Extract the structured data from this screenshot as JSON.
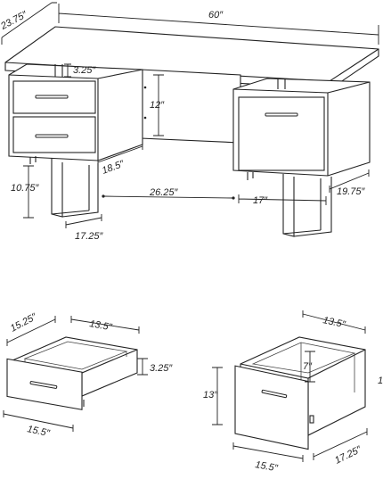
{
  "dimensions": {
    "desk_depth": "23.75″",
    "desk_width": "60″",
    "top_gap": "3.25″",
    "modesty_height": "12″",
    "cabinet_depth_left": "18.5″",
    "leg_height": "10.75″",
    "knee_width": "26.25″",
    "right_cabinet_width": "17″",
    "right_cabinet_depth": "19.75″",
    "leg_depth": "17.25″",
    "drawer_depth": "15.25″",
    "drawer_inner_width": "13.5″",
    "drawer_height": "3.25″",
    "drawer_width": "15.5″",
    "file_inner_width": "13.5″",
    "file_inner_height": "7″",
    "file_height": "13″",
    "file_width": "15.5″",
    "file_depth": "17.25″",
    "file_right_partial": "1"
  }
}
